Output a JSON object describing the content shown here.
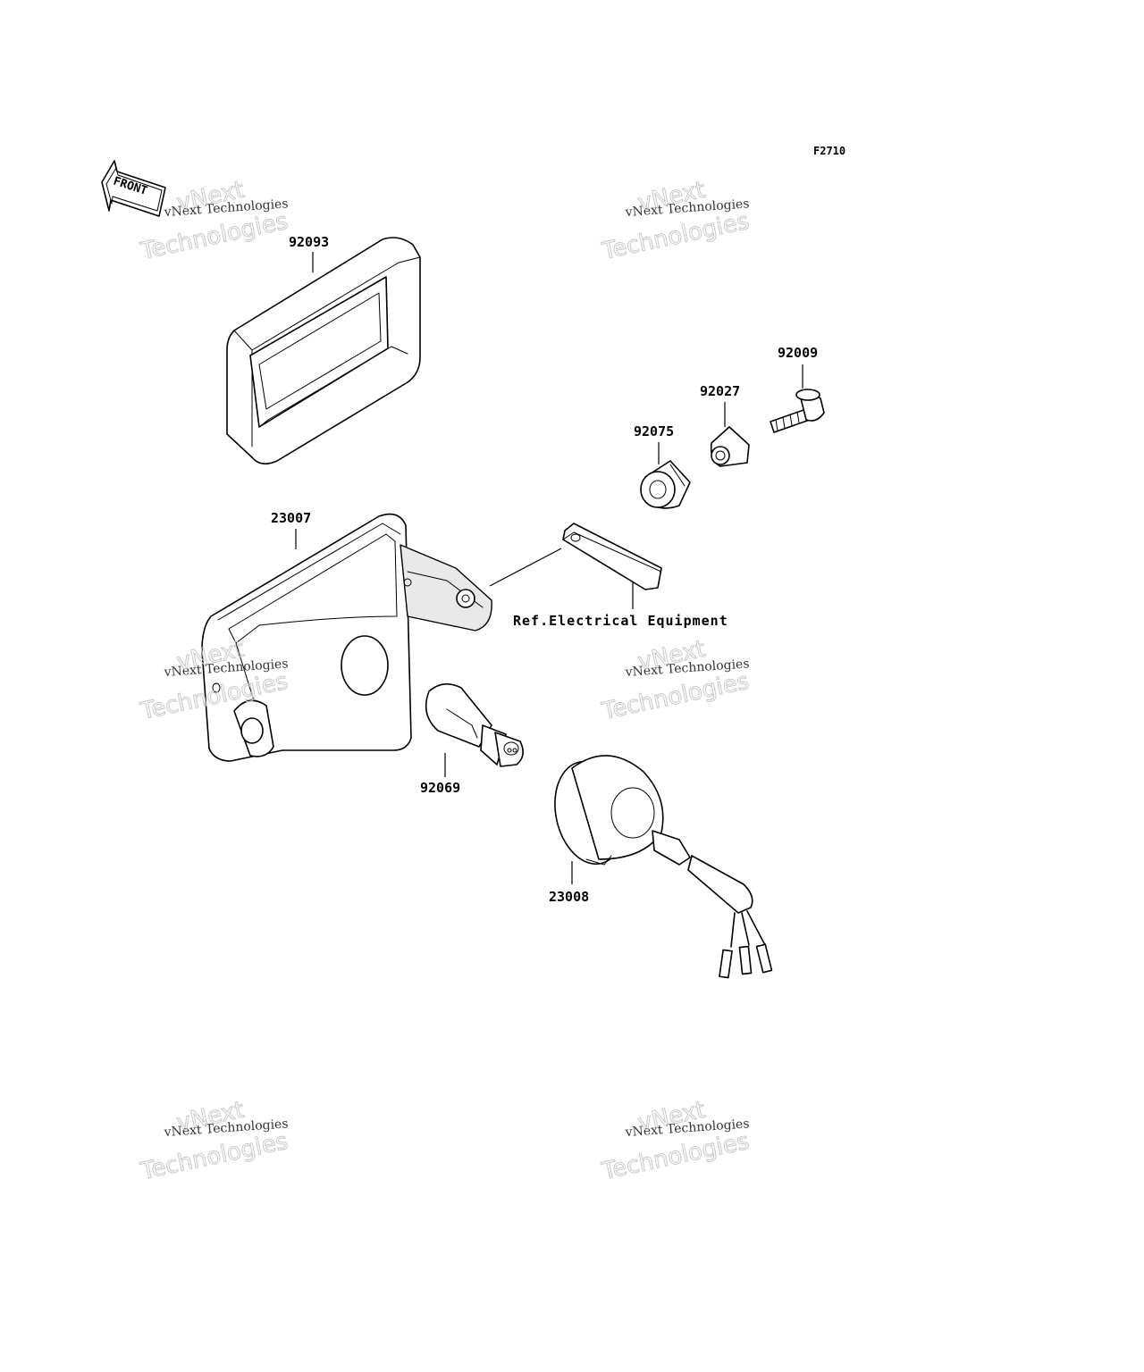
{
  "diagram": {
    "code": "F2710",
    "front_label": "FRONT",
    "ref_note": "Ref.Electrical Equipment",
    "parts": [
      {
        "number": "92093"
      },
      {
        "number": "92009"
      },
      {
        "number": "92027"
      },
      {
        "number": "92075"
      },
      {
        "number": "23007"
      },
      {
        "number": "92069"
      },
      {
        "number": "23008"
      }
    ]
  },
  "watermark": {
    "line1": "vNext Technologies",
    "line2": "vNext",
    "line3": "Technologies"
  }
}
